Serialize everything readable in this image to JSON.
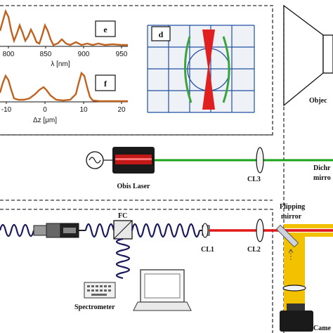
{
  "panel_e": {
    "letter": "e",
    "xlabel": "λ [nm]",
    "ticks": [
      "800",
      "850",
      "900",
      "950"
    ],
    "color": "#c0621f"
  },
  "panel_f": {
    "letter": "f",
    "xlabel": "Δz [μm]",
    "ticks": [
      "-10",
      "0",
      "10",
      "20"
    ],
    "color": "#c0621f"
  },
  "panel_d": {
    "letter": "d",
    "grid_color": "#1f4fa3",
    "beam_color": "#e02020",
    "curve_color": "#3aa33a"
  },
  "labels": {
    "objective": "Objec",
    "obis_laser": "Obis Laser",
    "cl3": "CL3",
    "dichroic": [
      "Dichr",
      "mirro"
    ],
    "flipping_mirror": [
      "Flipping",
      "mirror"
    ],
    "fc": "FC",
    "cl1": "CL1",
    "cl2": "CL2",
    "spectrometer": "Spectrometer",
    "camera": "Came"
  },
  "colors": {
    "green_beam": "#1aa31a",
    "red_beam": "#e01818",
    "yellow_beam": "#f2c200",
    "fiber": "#1a1a5c",
    "dashed": "#333333"
  }
}
